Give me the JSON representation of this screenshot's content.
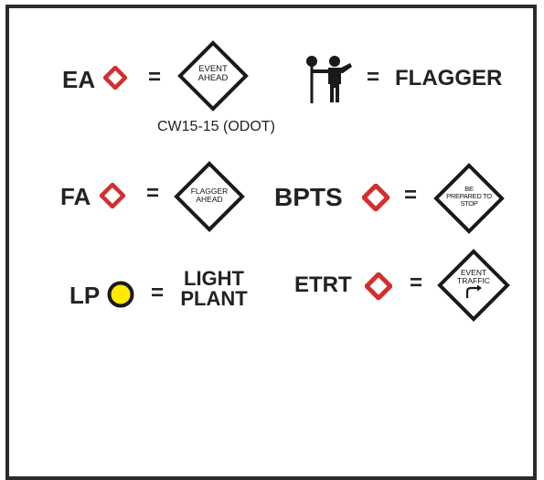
{
  "legend": {
    "ea": {
      "abbr": "EA",
      "equals": "=",
      "sign_line1": "EVENT",
      "sign_line2": "AHEAD",
      "code": "CW15-15 (ODOT)"
    },
    "flagger": {
      "equals": "=",
      "label": "FLAGGER",
      "icon": "flagger-person-icon"
    },
    "fa": {
      "abbr": "FA",
      "equals": "=",
      "sign_line1": "FLAGGER",
      "sign_line2": "AHEAD"
    },
    "bpts": {
      "abbr": "BPTS",
      "equals": "=",
      "sign_line1": "BE",
      "sign_line2": "PREPARED TO",
      "sign_line3": "STOP"
    },
    "lp": {
      "abbr": "LP",
      "equals": "=",
      "label_line1": "LIGHT",
      "label_line2": "PLANT"
    },
    "etrt": {
      "abbr": "ETRT",
      "equals": "=",
      "sign_line1": "EVENT",
      "sign_line2": "TRAFFIC",
      "arrow": "right-turn-arrow-icon"
    }
  },
  "colors": {
    "marker_red": "#d32f2f",
    "light_yellow": "#ffea00",
    "sign_border": "#1a1a1a",
    "frame": "#2b2b2b"
  }
}
